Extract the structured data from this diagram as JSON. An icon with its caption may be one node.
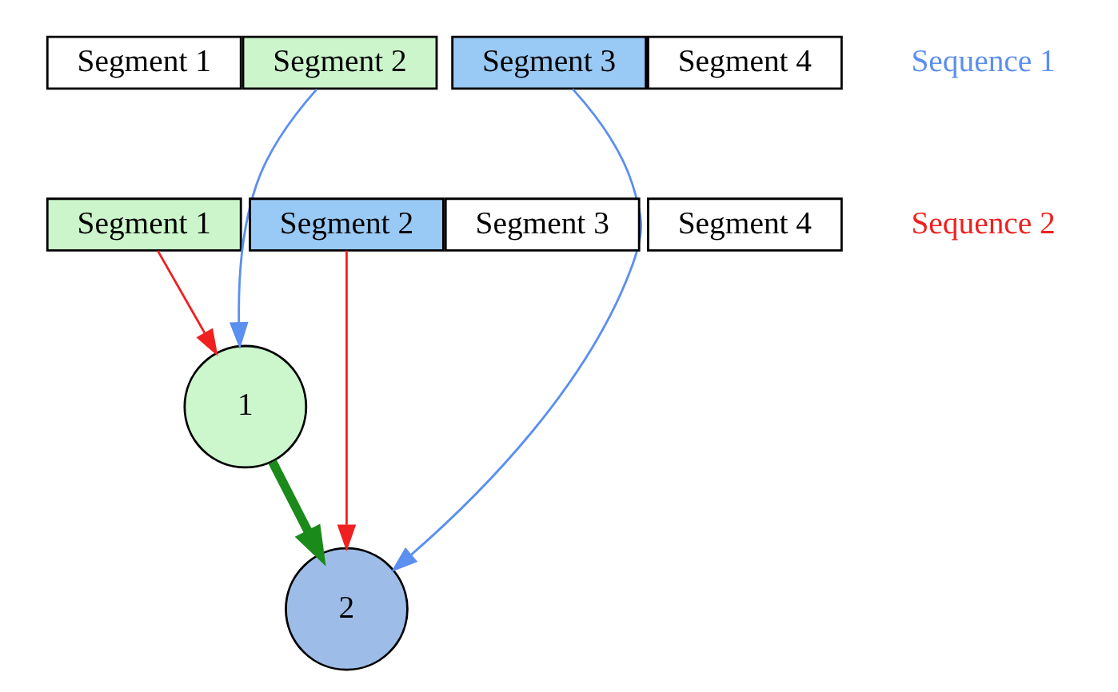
{
  "diagram": {
    "nodes": [
      {
        "text": [
          "Segment 1"
        ]
      },
      {
        "text": [
          "Segment 2"
        ]
      },
      {
        "text": [
          "Segment 3"
        ]
      },
      {
        "text": [
          "Segment 4"
        ]
      },
      {
        "text": [
          "Segment 1"
        ]
      },
      {
        "text": [
          "Segment 2"
        ]
      },
      {
        "text": [
          "Segment 3"
        ]
      },
      {
        "text": [
          "Segment 4"
        ]
      },
      {
        "text": [
          "1"
        ]
      },
      {
        "text": [
          "2"
        ]
      }
    ],
    "edges": [
      {
        "from": 1,
        "to": 8,
        "arrow": "to",
        "color": "#5b8ff0"
      },
      {
        "from": 2,
        "to": 9,
        "arrow": "to",
        "color": "#5b8ff0"
      },
      {
        "from": 4,
        "to": 8,
        "arrow": "to",
        "color": "#f02020"
      },
      {
        "from": 5,
        "to": 9,
        "arrow": "to",
        "color": "#f02020"
      },
      {
        "from": 8,
        "to": 9,
        "arrow": "to",
        "style": "thick",
        "color": "#1a8a1a"
      }
    ],
    "labels": [
      "Sequence 1",
      "Sequence 2"
    ]
  }
}
